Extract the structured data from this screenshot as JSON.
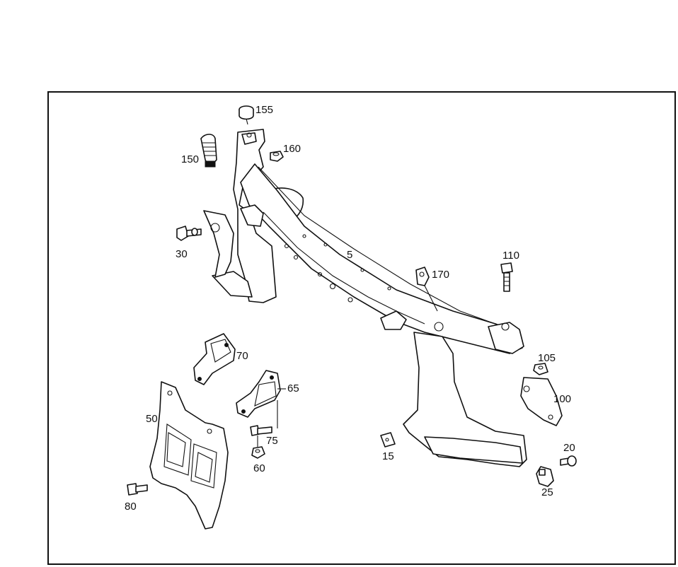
{
  "colors": {
    "line": "#111111",
    "background": "#ffffff"
  },
  "callouts": {
    "p5": "5",
    "p15": "15",
    "p20": "20",
    "p25": "25",
    "p30": "30",
    "p50": "50",
    "p60": "60",
    "p65": "65",
    "p70": "70",
    "p75": "75",
    "p80": "80",
    "p100": "100",
    "p105": "105",
    "p110": "110",
    "p150": "150",
    "p155": "155",
    "p160": "160",
    "p170": "170"
  }
}
